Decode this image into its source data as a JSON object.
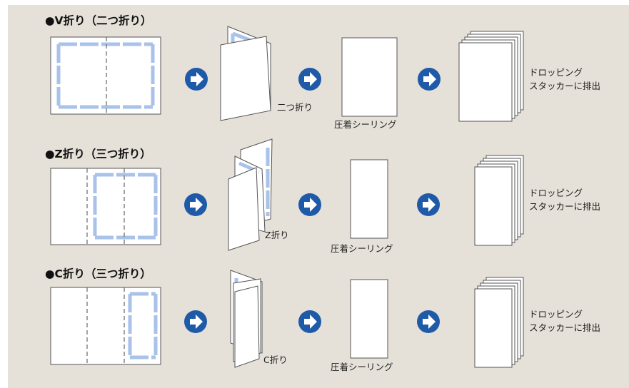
{
  "colors": {
    "background": "#e5e0d8",
    "paper": "#ffffff",
    "outline": "#555555",
    "seal_line": "#a9c2ea",
    "fold_line": "#666666",
    "arrow_fill": "#1f5aa8"
  },
  "rows": [
    {
      "id": "v",
      "title": "●V折り（二つ折り）",
      "fold_label": "二つ折り",
      "seal_label": "圧着シーリング",
      "stack_label_1": "ドロッピング",
      "stack_label_2": "スタッカーに排出"
    },
    {
      "id": "z",
      "title": "●Z折り（三つ折り）",
      "fold_label": "Z折り",
      "seal_label": "圧着シーリング",
      "stack_label_1": "ドロッピング",
      "stack_label_2": "スタッカーに排出"
    },
    {
      "id": "c",
      "title": "●C折り（三つ折り）",
      "fold_label": "C折り",
      "seal_label": "圧着シーリング",
      "stack_label_1": "ドロッピング",
      "stack_label_2": "スタッカーに排出"
    }
  ]
}
